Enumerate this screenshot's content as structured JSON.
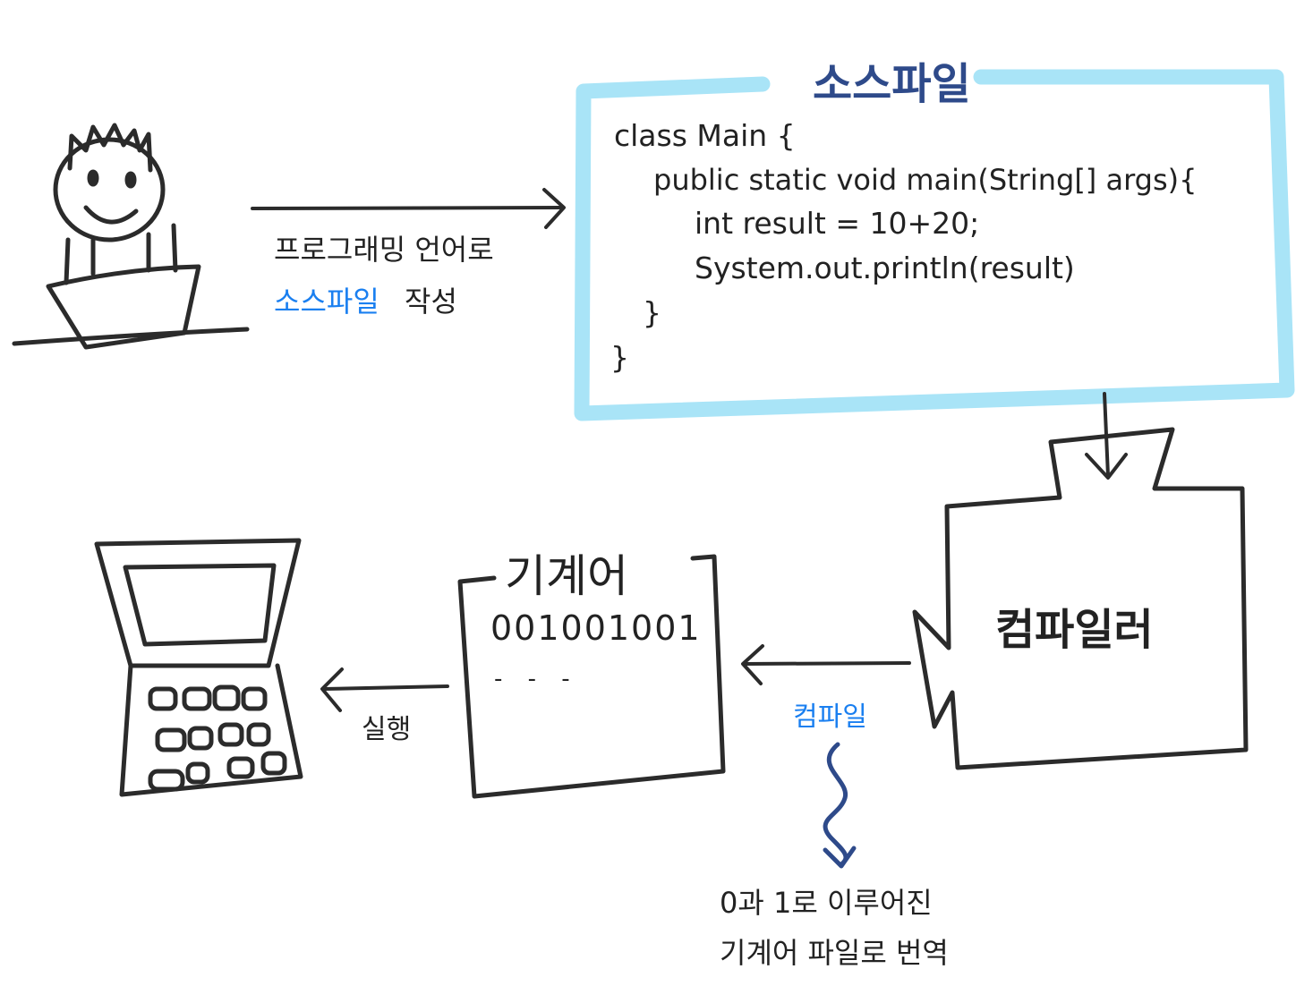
{
  "colors": {
    "ink": "#2b2b2b",
    "highlight_box": "#a9e4f7",
    "accent_blue": "#1a7ff0",
    "dark_blue": "#2e4a8a"
  },
  "source_file": {
    "title": "소스파일",
    "code_lines": [
      "class Main {",
      "public static void main(String[] args){",
      "int result = 10+20;",
      "System.out.println(result)",
      "}",
      "}"
    ]
  },
  "programmer": {
    "icon": "programmer-at-desk-icon",
    "caption_line1": "프로그래밍 언어로",
    "caption_line2_highlight": "소스파일",
    "caption_line2_rest": "작성"
  },
  "compiler": {
    "icon": "compiler-machine-icon",
    "label": "컴파일러"
  },
  "compile_step": {
    "label": "컴파일",
    "note_line1": "0과 1로 이루어진",
    "note_line2": "기계어 파일로 번역"
  },
  "machine_code": {
    "title": "기계어",
    "binary": "001001001",
    "ellipsis": "- - -"
  },
  "execute_step": {
    "label": "실행",
    "icon": "laptop-icon"
  }
}
